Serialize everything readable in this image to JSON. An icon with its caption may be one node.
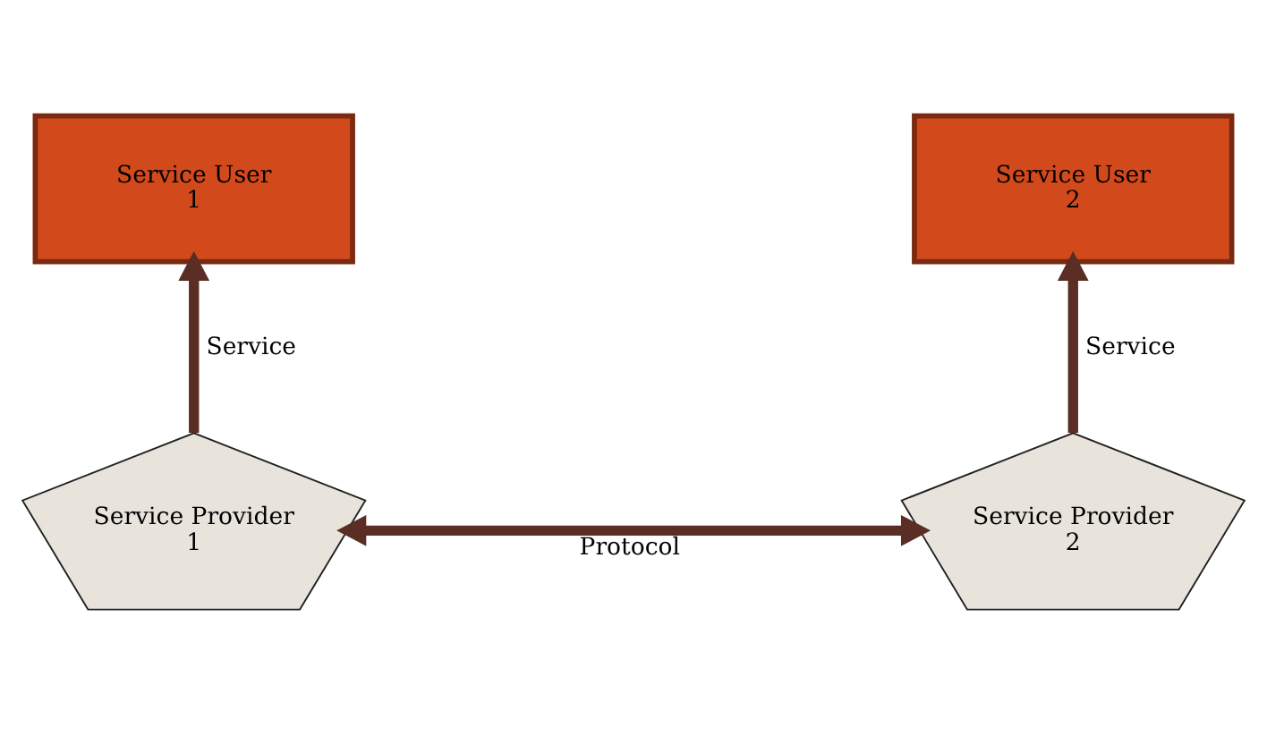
{
  "diagram": {
    "nodes": [
      {
        "text": [
          "Service User",
          "1"
        ]
      },
      {
        "text": [
          "Service User",
          "2"
        ]
      },
      {
        "text": [
          "Service Provider",
          "1"
        ]
      },
      {
        "text": [
          "Service Provider",
          "2"
        ]
      }
    ],
    "edges": [
      {
        "from": 2,
        "to": 0,
        "arrow": "to",
        "label": "Service"
      },
      {
        "from": 3,
        "to": 1,
        "arrow": "to",
        "label": "Service"
      },
      {
        "from": 2,
        "to": 3,
        "arrow": "both",
        "label": "Protocol"
      }
    ]
  }
}
